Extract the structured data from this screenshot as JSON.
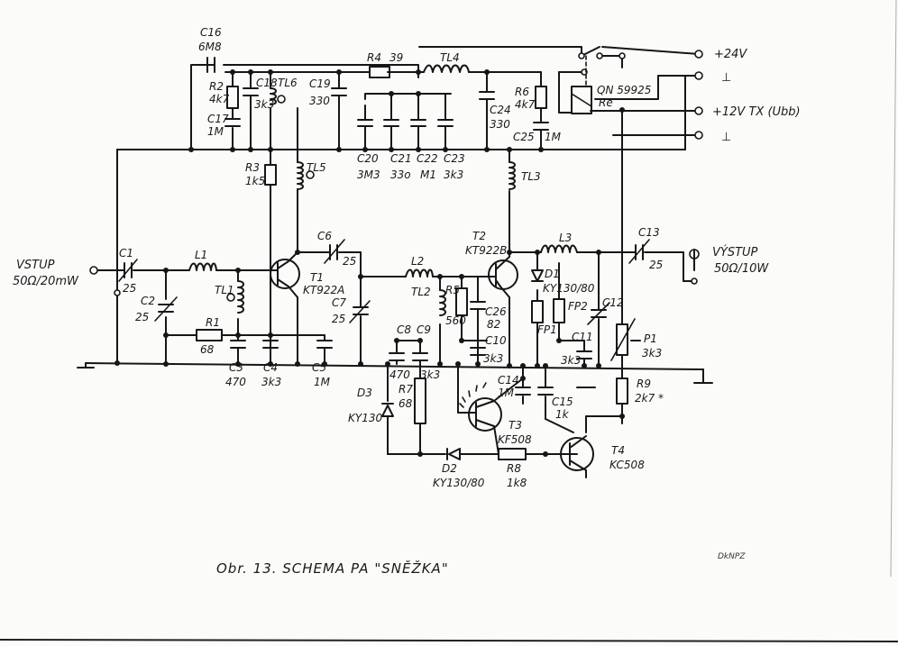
{
  "caption": "Obr. 13.  SCHEMA  PA  \"SNĚŽKA\"",
  "signature": "DkNPZ",
  "ports": {
    "input_1": "VSTUP",
    "input_2": "50Ω/20mW",
    "output_1": "VÝSTUP",
    "output_2": "50Ω/10W",
    "p24": "+24V",
    "gnd1": "⊥",
    "p12": "+12V TX (Ubb)",
    "gnd2": "⊥"
  },
  "relay": {
    "name": "QN 59925",
    "label": "Re"
  },
  "labels": {
    "C16": "C16",
    "C16v": "6M8",
    "R2": "R2",
    "R2v": "4k7",
    "C18": "C18",
    "C18v": "3k3",
    "TL6": "TL6",
    "C17": "C17",
    "C17v": "1M",
    "C19": "C19",
    "C19v": "330",
    "R4": "R4",
    "R4v": "39",
    "TL4": "TL4",
    "C24": "C24",
    "C24v": "330",
    "R6": "R6",
    "R6v": "4k7",
    "C25": "C25",
    "C25v": "1M",
    "C20": "C20",
    "C20v": "3M3",
    "C21": "C21",
    "C21v": "33o",
    "C22": "C22",
    "C22v": "M1",
    "C23": "C23",
    "C23v": "3k3",
    "R3": "R3",
    "R3v": "1k5",
    "TL5": "TL5",
    "TL3": "TL3",
    "C6": "C6",
    "C6v": "25",
    "T2": "T2",
    "T2v": "KT922B",
    "L3": "L3",
    "C13": "C13",
    "C13v": "25",
    "C1": "C1",
    "C1v": "25",
    "L1": "L1",
    "T1": "T1",
    "T1v": "KT922A",
    "L2": "L2",
    "D1": "D1",
    "D1v": "KY130/80",
    "TL1": "TL1",
    "C2": "C2",
    "C2v": "25",
    "C7": "C7",
    "C7v": "25",
    "TL2": "TL2",
    "R5": "R5",
    "R5v": "560",
    "C26": "C26",
    "C26v": "82",
    "FP1": "FP1",
    "FP2": "FP2",
    "C12": "C12",
    "P1": "P1",
    "P1v": "3k3",
    "R1": "R1",
    "R1v": "68",
    "C8": "C8",
    "C9": "C9",
    "C10": "C10",
    "C10v": "3k3",
    "C11": "C11",
    "C11v": "3k3",
    "C3": "C3",
    "C3v": "470",
    "C4": "C4",
    "C4v": "3k3",
    "C5": "C5",
    "C5v": "1M",
    "C8v": "470",
    "C9v": "3k3",
    "C14": "C14",
    "C14v": "1M",
    "C15": "C15",
    "C15v": "1k",
    "R9": "R9",
    "R9v": "2k7 *",
    "D3": "D3",
    "D3v": "KY130",
    "R7": "R7",
    "R7v": "68",
    "T3": "T3",
    "T3v": "KF508",
    "T4": "T4",
    "T4v": "KC508",
    "D2": "D2",
    "D2v": "KY130/80",
    "R8": "R8",
    "R8v": "1k8"
  }
}
